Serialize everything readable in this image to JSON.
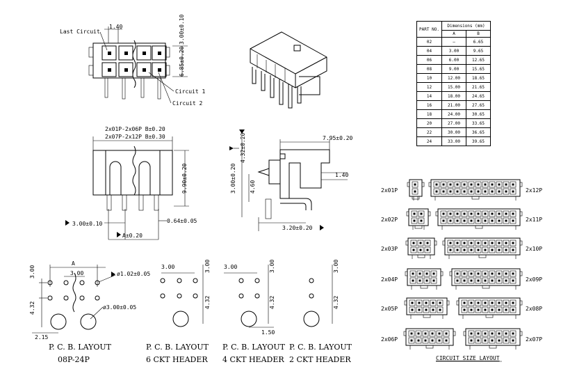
{
  "top_view": {
    "pitch_top": "1.40",
    "last_circuit": "Last Circuit",
    "circuit_1": "Circuit 1",
    "circuit_2": "Circuit 2",
    "dim_right_1": "3.00±0.10",
    "dim_right_2": "6.85±0.20"
  },
  "side_view": {
    "b_note_1": "2x01P-2x06P B±0.20",
    "b_note_2": "2x07P-2x12P B±0.30",
    "height": "9.90±0.20",
    "left_dim": "3.00±0.10",
    "right_dim": "0.64±0.05",
    "a_dim": "A±0.20"
  },
  "profile_view": {
    "top_dim": "7.95±0.20",
    "dim_a": "3.00±0.20",
    "dim_b": "4.32±0.20",
    "dim_c": "4.60",
    "dim_d": "1.40",
    "bottom_dim": "3.20±0.20"
  },
  "table": {
    "header_part": "PART NO.",
    "header_dims": "Dimensions (mm)",
    "header_a": "A",
    "header_b": "B",
    "rows": [
      {
        "part": "02",
        "a": "—",
        "b": "6.65"
      },
      {
        "part": "04",
        "a": "3.00",
        "b": "9.65"
      },
      {
        "part": "06",
        "a": "6.00",
        "b": "12.65"
      },
      {
        "part": "08",
        "a": "9.00",
        "b": "15.65"
      },
      {
        "part": "10",
        "a": "12.00",
        "b": "18.65"
      },
      {
        "part": "12",
        "a": "15.00",
        "b": "21.65"
      },
      {
        "part": "14",
        "a": "18.00",
        "b": "24.65"
      },
      {
        "part": "16",
        "a": "21.00",
        "b": "27.65"
      },
      {
        "part": "18",
        "a": "24.00",
        "b": "30.65"
      },
      {
        "part": "20",
        "a": "27.00",
        "b": "33.65"
      },
      {
        "part": "22",
        "a": "30.00",
        "b": "36.65"
      },
      {
        "part": "24",
        "a": "33.00",
        "b": "39.65"
      }
    ]
  },
  "pcb_layouts": [
    {
      "title_1": "P. C. B. LAYOUT",
      "title_2": "08P-24P",
      "dim_a": "A",
      "dim_pitch": "3.00",
      "dim_hole": "ø1.02±0.05",
      "dim_peg": "ø3.00±0.05",
      "dim_left": "3.00",
      "dim_left2": "4.32",
      "dim_bottom": "2.15"
    },
    {
      "title_1": "P. C. B. LAYOUT",
      "title_2": "6 CKT HEADER",
      "dim_top": "3.00",
      "dim_right": "3.00",
      "dim_right2": "4.32"
    },
    {
      "title_1": "P. C. B. LAYOUT",
      "title_2": "4 CKT HEADER",
      "dim_top": "3.00",
      "dim_right": "3.00",
      "dim_right2": "4.32",
      "dim_bottom": "1.50"
    },
    {
      "title_1": "P. C. B. LAYOUT",
      "title_2": "2 CKT HEADER",
      "dim_right": "3.00",
      "dim_right2": "4.32"
    }
  ],
  "circuit_layout": {
    "title": "CIRCUIT SIZE LAYOUT",
    "left_labels": [
      "2x01P",
      "2x02P",
      "2x03P",
      "2x04P",
      "2x05P",
      "2x06P"
    ],
    "right_labels": [
      "2x12P",
      "2x11P",
      "2x10P",
      "2x09P",
      "2x08P",
      "2x07P"
    ],
    "left_counts": [
      1,
      2,
      3,
      4,
      5,
      6
    ],
    "right_counts": [
      12,
      11,
      10,
      9,
      8,
      7
    ]
  }
}
